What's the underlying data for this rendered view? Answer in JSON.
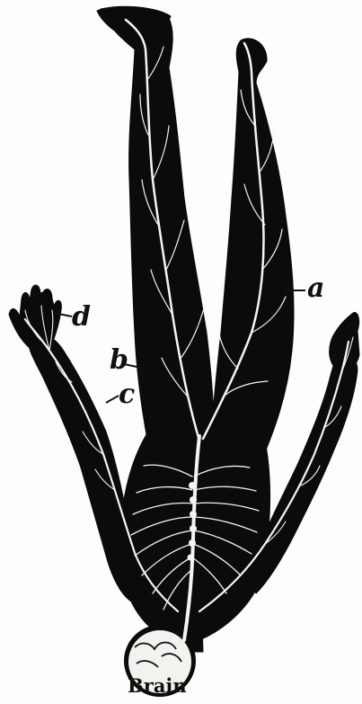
{
  "figure": {
    "labels": {
      "a": "a",
      "b": "b",
      "c": "c",
      "d": "d",
      "brain": "Brain"
    },
    "colors": {
      "body": "#0b0b0b",
      "nerves": "#f4f4f0",
      "paper": "#fdfdfb",
      "brain_fill": "#f2f2ee"
    }
  }
}
